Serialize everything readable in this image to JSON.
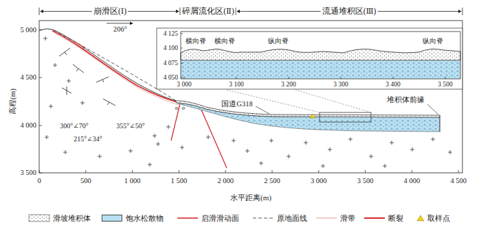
{
  "diagram": {
    "labels": [
      "崩滑区(Ⅰ)",
      "碎屑流化区(Ⅱ)",
      "流通堆积区(Ⅲ)",
      "206°",
      "5 000",
      "4 500",
      "4 000",
      "3 500",
      "高程(m)",
      "0",
      "500",
      "1 000",
      "1 500",
      "2 000",
      "2 500",
      "3 000",
      "3 500",
      "4 000",
      "4 500",
      "水平距离(m)",
      "300°∠70°",
      "215°∠34°",
      "355°∠50°",
      "国道G318",
      "堆积体前缘",
      "4 125",
      "4 100",
      "4 075",
      "4 050",
      "3 000",
      "3 100",
      "3 200",
      "3 300",
      "3 400",
      "3 500",
      "横向脊",
      "横向脊",
      "纵向脊",
      "纵向脊"
    ],
    "legend": [
      {
        "text": "滑坡堆积体"
      },
      {
        "text": "饱水松散物",
        "color": "#b8e0f2"
      },
      {
        "text": "启滑滑动面"
      },
      {
        "text": "原地面线"
      },
      {
        "text": "滑带"
      },
      {
        "text": "断裂"
      },
      {
        "text": "取样点"
      }
    ]
  }
}
